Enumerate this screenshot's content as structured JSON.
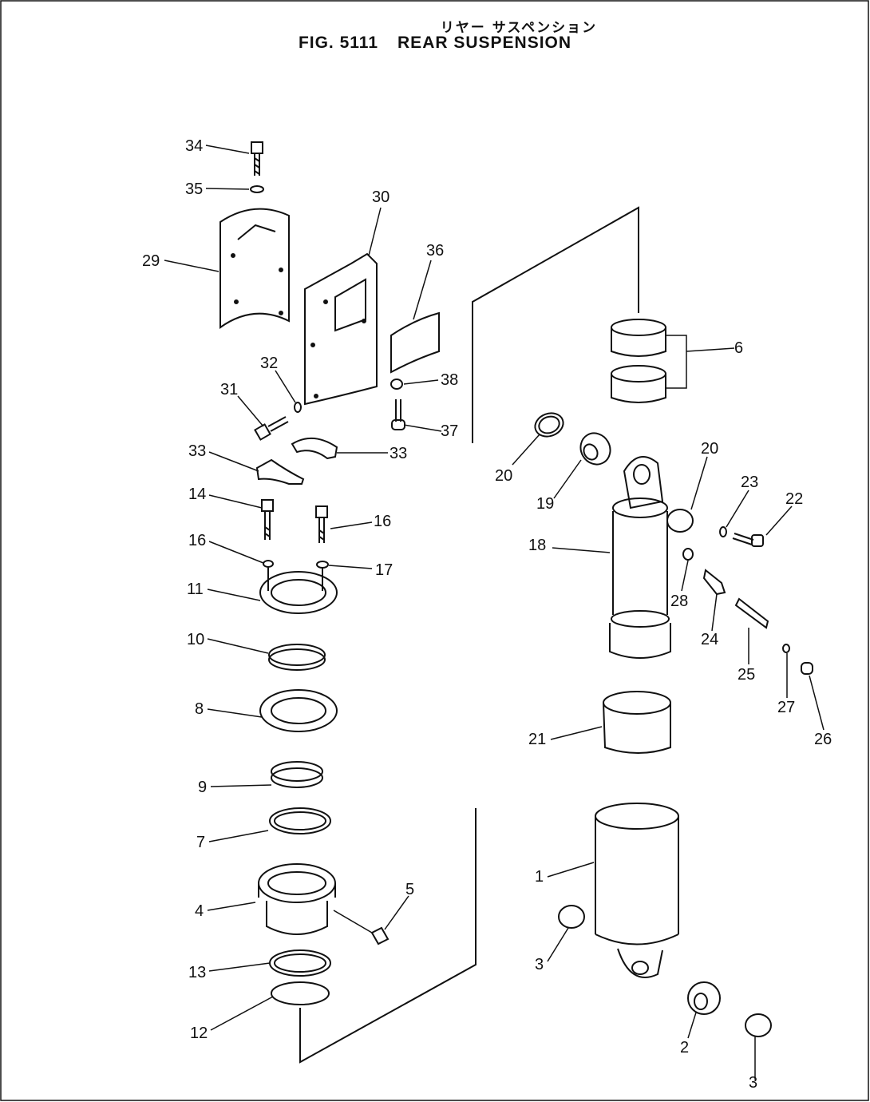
{
  "title": {
    "jp": "リヤー サスペンション",
    "fig": "FIG. 5111",
    "en": "REAR SUSPENSION"
  },
  "callouts": [
    {
      "id": "c34",
      "text": "34"
    },
    {
      "id": "c35",
      "text": "35"
    },
    {
      "id": "c30",
      "text": "30"
    },
    {
      "id": "c29",
      "text": "29"
    },
    {
      "id": "c36",
      "text": "36"
    },
    {
      "id": "c32",
      "text": "32"
    },
    {
      "id": "c38",
      "text": "38"
    },
    {
      "id": "c31",
      "text": "31"
    },
    {
      "id": "c37",
      "text": "37"
    },
    {
      "id": "c33a",
      "text": "33"
    },
    {
      "id": "c33b",
      "text": "33"
    },
    {
      "id": "c14",
      "text": "14"
    },
    {
      "id": "c16a",
      "text": "16"
    },
    {
      "id": "c16b",
      "text": "16"
    },
    {
      "id": "c17",
      "text": "17"
    },
    {
      "id": "c11",
      "text": "11"
    },
    {
      "id": "c10",
      "text": "10"
    },
    {
      "id": "c8",
      "text": "8"
    },
    {
      "id": "c9",
      "text": "9"
    },
    {
      "id": "c7",
      "text": "7"
    },
    {
      "id": "c4",
      "text": "4"
    },
    {
      "id": "c5",
      "text": "5"
    },
    {
      "id": "c13",
      "text": "13"
    },
    {
      "id": "c12",
      "text": "12"
    },
    {
      "id": "c6",
      "text": "6"
    },
    {
      "id": "c20a",
      "text": "20"
    },
    {
      "id": "c19",
      "text": "19"
    },
    {
      "id": "c20b",
      "text": "20"
    },
    {
      "id": "c23",
      "text": "23"
    },
    {
      "id": "c22",
      "text": "22"
    },
    {
      "id": "c18",
      "text": "18"
    },
    {
      "id": "c28",
      "text": "28"
    },
    {
      "id": "c24",
      "text": "24"
    },
    {
      "id": "c25",
      "text": "25"
    },
    {
      "id": "c27",
      "text": "27"
    },
    {
      "id": "c26",
      "text": "26"
    },
    {
      "id": "c21",
      "text": "21"
    },
    {
      "id": "c1",
      "text": "1"
    },
    {
      "id": "c3a",
      "text": "3"
    },
    {
      "id": "c2",
      "text": "2"
    },
    {
      "id": "c3b",
      "text": "3"
    }
  ]
}
